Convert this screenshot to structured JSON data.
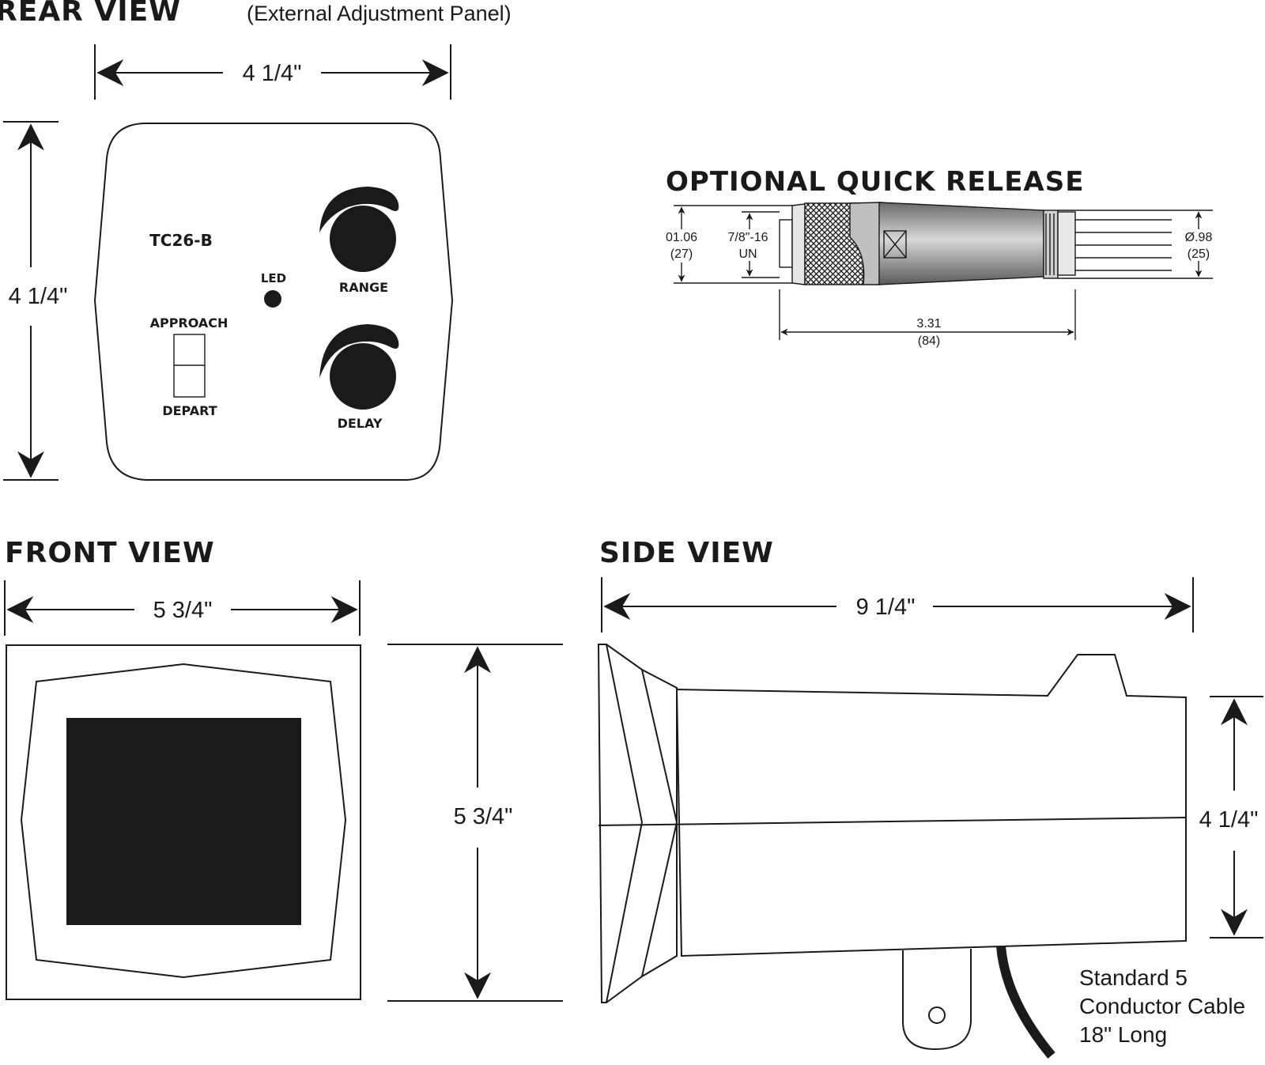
{
  "rear_view": {
    "title": "REAR VIEW",
    "subtitle": "(External Adjustment Panel)",
    "width_dim": "4 1/4\"",
    "height_dim": "4 1/4\"",
    "model": "TC26-B",
    "led_label": "LED",
    "range_label": "RANGE",
    "delay_label": "DELAY",
    "approach_label": "APPROACH",
    "depart_label": "DEPART"
  },
  "quick_release": {
    "title": "OPTIONAL QUICK RELEASE",
    "dim_left": "01.06",
    "dim_left_mm": "(27)",
    "thread": "7/8\"-16",
    "thread_type": "UN",
    "dim_right": "Ø.98",
    "dim_right_mm": "(25)",
    "length": "3.31",
    "length_mm": "(84)"
  },
  "front_view": {
    "title": "FRONT VIEW",
    "width_dim": "5 3/4\"",
    "height_dim": "5 3/4\""
  },
  "side_view": {
    "title": "SIDE VIEW",
    "length_dim": "9 1/4\"",
    "height_dim": "4 1/4\"",
    "cable_line1": "Standard 5",
    "cable_line2": "Conductor Cable",
    "cable_line3": "18\" Long"
  }
}
